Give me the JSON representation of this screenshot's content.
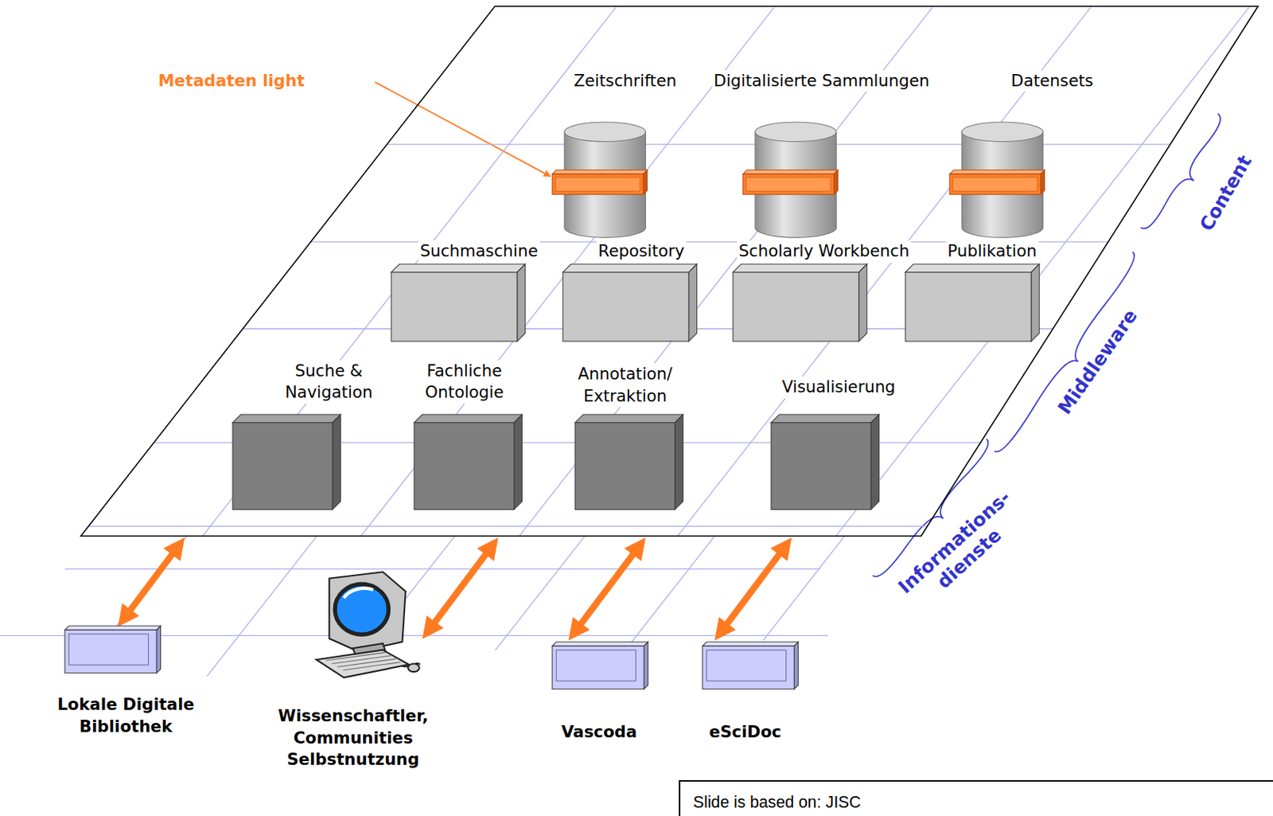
{
  "diagram": {
    "nodes": [
      {
        "text": [
          "Content",
          "Middleware",
          "Informations- dienste"
        ]
      },
      {
        "text": [
          "Zeitschriften"
        ],
        "in": 0
      },
      {
        "text": [
          "Digitalisierte Sammlungen"
        ],
        "in": 0
      },
      {
        "text": [
          "Datensets"
        ],
        "in": 0
      },
      {
        "text": [
          "Suchmaschine"
        ],
        "in": 0
      },
      {
        "text": [
          "Repository"
        ],
        "in": 0
      },
      {
        "text": [
          "Scholarly Workbench"
        ],
        "in": 0
      },
      {
        "text": [
          "Publikation"
        ],
        "in": 0
      },
      {
        "text": [
          "Suche & Navigation"
        ],
        "in": 0
      },
      {
        "text": [
          "Fachliche Ontologie"
        ],
        "in": 0
      },
      {
        "text": [
          "Annotation/ Extraktion"
        ],
        "in": 0
      },
      {
        "text": [
          "Visualisierung"
        ],
        "in": 0
      },
      {
        "text": [
          "Lokale Digitale Bibliothek"
        ]
      },
      {
        "text": [
          "Wissenschaftler, Communities Selbstnutzung"
        ]
      },
      {
        "text": [
          "Vascoda"
        ]
      },
      {
        "text": [
          "eSciDoc"
        ]
      },
      {
        "text": [
          "Slide is based on: JISC"
        ]
      }
    ],
    "edges": [
      {
        "from": 12,
        "to": 0,
        "arrow": "both"
      },
      {
        "from": 13,
        "to": 0,
        "arrow": "both"
      },
      {
        "from": 14,
        "to": 0,
        "arrow": "both"
      },
      {
        "from": 15,
        "to": 0,
        "arrow": "both"
      }
    ],
    "labels": [
      "Metadaten light"
    ]
  }
}
